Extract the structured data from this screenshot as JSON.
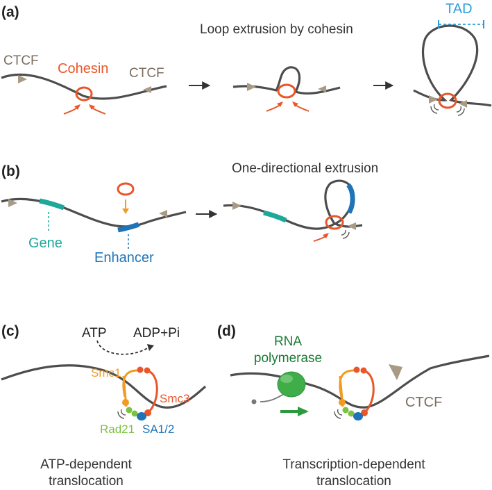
{
  "panels": {
    "a": {
      "label": "(a)",
      "title": "Loop extrusion by cohesin",
      "ctcf_left": "CTCF",
      "cohesin": "Cohesin",
      "ctcf_right": "CTCF",
      "tad": "TAD"
    },
    "b": {
      "label": "(b)",
      "title": "One-directional extrusion",
      "gene": "Gene",
      "enhancer": "Enhancer"
    },
    "c": {
      "label": "(c)",
      "atp": "ATP",
      "adp": "ADP+Pi",
      "smc1": "Smc1",
      "smc3": "Smc3",
      "rad21": "Rad21",
      "sa": "SA1/2",
      "caption_line1": "ATP-dependent",
      "caption_line2": "translocation"
    },
    "d": {
      "label": "(d)",
      "rna_line1": "RNA",
      "rna_line2": "polymerase",
      "ctcf": "CTCF",
      "caption_line1": "Transcription-dependent",
      "caption_line2": "translocation"
    }
  },
  "colors": {
    "dna": "#4d4d4d",
    "ctcf": "#a89a85",
    "ctcf_text": "#7a6e5e",
    "cohesin": "#e8562a",
    "gene": "#1ea89a",
    "enhancer": "#1f74b8",
    "tad": "#2a9fd6",
    "arrow": "#333333",
    "smc1": "#f39a1f",
    "smc3": "#e8562a",
    "rad21": "#7cc242",
    "sa": "#1f74b8",
    "polymerase": "#3fae49",
    "poly_arrow": "#2e9a3e"
  }
}
